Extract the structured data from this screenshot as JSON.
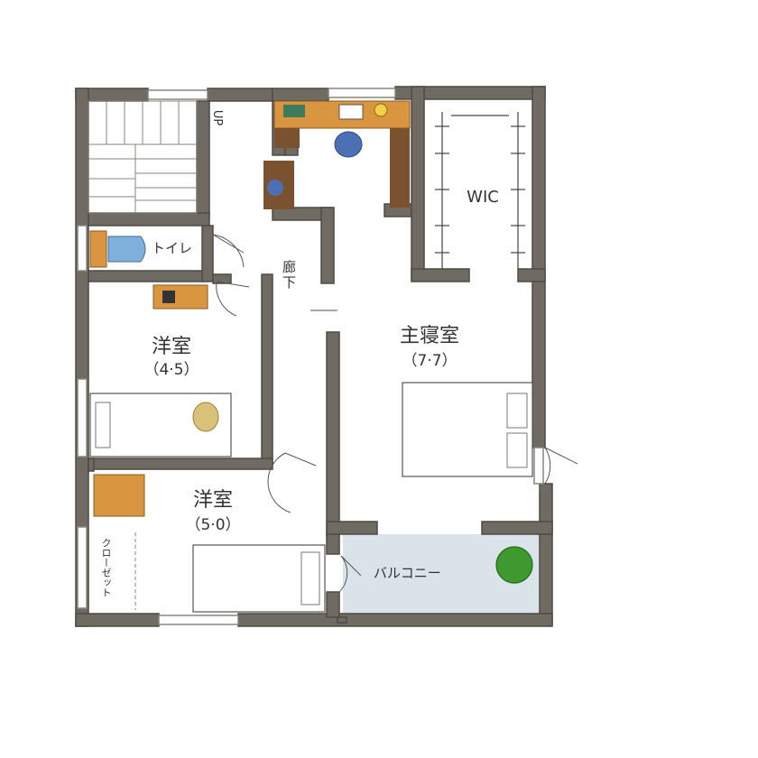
{
  "floor_plan": {
    "rooms": {
      "master_bedroom": {
        "name": "主寝室",
        "area": "（7·7）"
      },
      "western_room_1": {
        "name": "洋室",
        "area": "（4·5）"
      },
      "western_room_2": {
        "name": "洋室",
        "area": "（5·0）"
      },
      "walk_in_closet": {
        "name": "WIC"
      },
      "toilet": {
        "name": "トイレ"
      },
      "corridor": {
        "name": "廊下"
      },
      "balcony": {
        "name": "バルコニー"
      },
      "closet": {
        "name": "クローゼット"
      }
    },
    "stairs_label": "UP",
    "colors": {
      "wall": "#6f6a62",
      "wall_outline": "#4e4a44",
      "floor": "#ffffff",
      "balcony_floor": "#dbe3ea",
      "desk_wood": "#d9953f",
      "furniture_brown": "#7a5230",
      "toilet_blue": "#7fb0dc",
      "chair_blue": "#4d6fb3",
      "cushion": "#d8c27a",
      "plant": "#3e9a2f",
      "text": "#333333"
    }
  }
}
